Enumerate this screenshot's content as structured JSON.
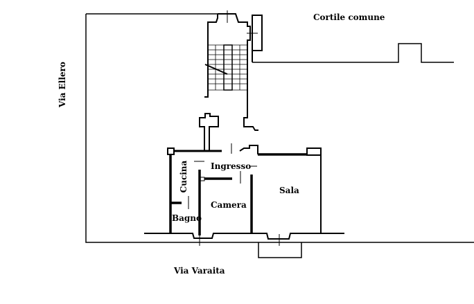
{
  "plan": {
    "streets": {
      "north": "Cortile comune",
      "west": "Via Ellero",
      "south": "Via Varaita"
    },
    "rooms": {
      "entrance": "Ingresso",
      "kitchen": "Cucina",
      "bedroom": "Camera",
      "living": "Sala",
      "bathroom": "Bagno"
    },
    "line_color": "#000000",
    "background_color": "#ffffff"
  }
}
